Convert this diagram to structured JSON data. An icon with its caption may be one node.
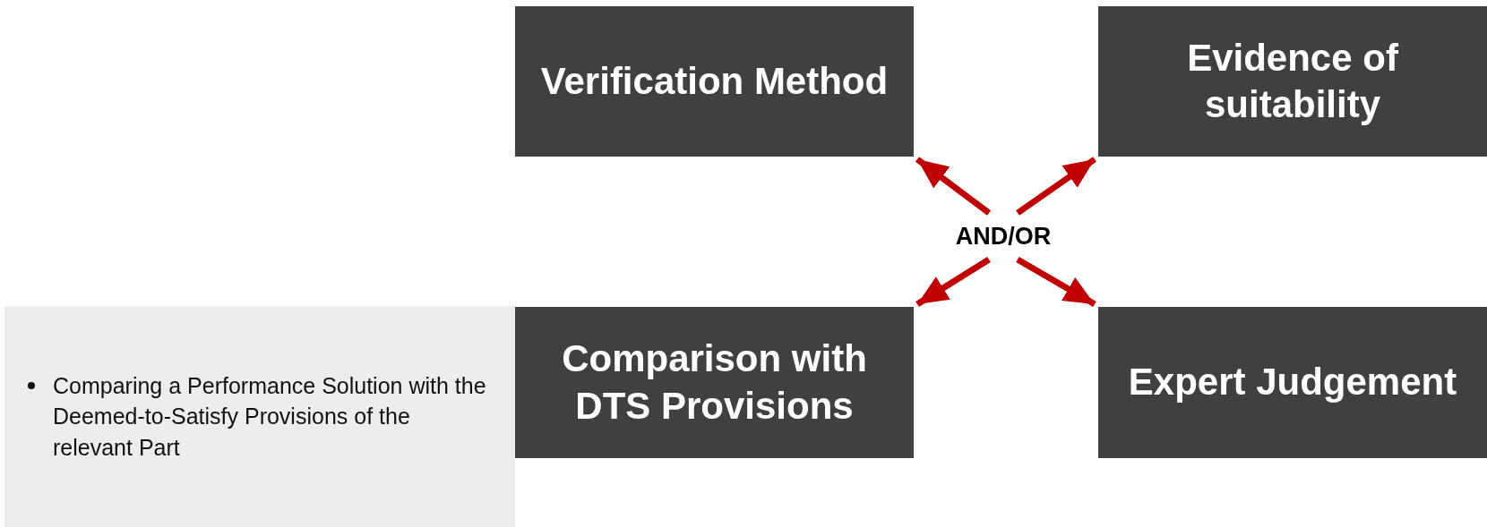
{
  "diagram": {
    "nodes": [
      {
        "text": [
          "Verification Method"
        ]
      },
      {
        "text": [
          "Evidence of suitability"
        ]
      },
      {
        "text": [
          "Comparison with DTS Provisions"
        ]
      },
      {
        "text": [
          "Expert Judgement"
        ]
      },
      {
        "text": [
          "AND/OR"
        ]
      },
      {
        "text": [
          "Comparing a Performance Solution with the Deemed-to-Satisfy Provisions of the relevant Part"
        ]
      }
    ],
    "edges": [
      {
        "from": 4,
        "to": 0,
        "arrow": "to"
      },
      {
        "from": 4,
        "to": 1,
        "arrow": "to"
      },
      {
        "from": 4,
        "to": 2,
        "arrow": "to"
      },
      {
        "from": 4,
        "to": 3,
        "arrow": "to"
      }
    ]
  }
}
